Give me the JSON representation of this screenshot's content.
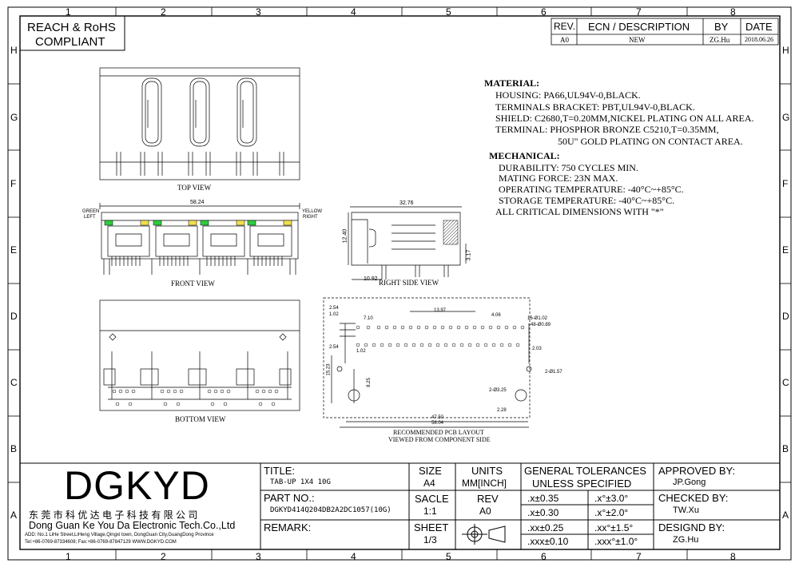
{
  "grid": {
    "columns": [
      "1",
      "2",
      "3",
      "4",
      "5",
      "6",
      "7",
      "8"
    ],
    "rows": [
      "H",
      "G",
      "F",
      "E",
      "D",
      "C",
      "B",
      "A"
    ]
  },
  "compliance": {
    "line1": "REACH & RoHS",
    "line2": "COMPLIANT"
  },
  "revision_table": {
    "headers": [
      "REV.",
      "ECN / DESCRIPTION",
      "BY",
      "DATE"
    ],
    "row": [
      "A0",
      "NEW",
      "ZG.Hu",
      "2018.06.26"
    ]
  },
  "views": {
    "top": "TOP VIEW",
    "front": "FRONT VIEW",
    "right_side": "RIGHT SIDE VIEW",
    "bottom": "BOTTOM VIEW",
    "pcb_line1": "RECOMMENDED PCB LAYOUT",
    "pcb_line2": "VIEWED FROM COMPONENT SIDE"
  },
  "led_labels": {
    "green": "GREEN",
    "left": "LEFT",
    "yellow": "YELLOW",
    "right": "RIGHT"
  },
  "dimensions": {
    "front_width": "58.24",
    "side_width": "32.76",
    "side_height": "12.40",
    "side_small": "3.17",
    "side_bottom": "10.92",
    "pcb_254a": "2.54",
    "pcb_102a": "1.02",
    "pcb_710": "7.10",
    "pcb_1397": "13.97",
    "pcb_406": "4.06",
    "pcb_holes1": "16-Ø1.02",
    "pcb_holes2": "48-Ø0.89",
    "pcb_254b": "2.54",
    "pcb_102b": "1.02",
    "pcb_203": "2.03",
    "pcb_1523": "15.23",
    "pcb_825": "8.25",
    "pcb_holes3": "2-Ø1.57",
    "pcb_holes4": "2-Ø3.25",
    "pcb_228": "2.28",
    "pcb_4750": "47.50",
    "pcb_5804": "58.04"
  },
  "specs": {
    "material_title": "MATERIAL:",
    "material": [
      "HOUSING: PA66,UL94V-0,BLACK.",
      "TERMINALS BRACKET: PBT,UL94V-0,BLACK.",
      "SHIELD: C2680,T=0.20MM,NICKEL PLATING ON ALL AREA.",
      "TERMINAL: PHOSPHOR BRONZE C5210,T=0.35MM,",
      "50U\" GOLD PLATING ON CONTACT AREA."
    ],
    "mechanical_title": "MECHANICAL:",
    "mechanical": [
      "DURABILITY: 750 CYCLES MIN.",
      "MATING FORCE: 23N MAX.",
      "OPERATING TEMPERATURE: -40°C~+85°C.",
      "STORAGE TEMPERATURE: -40°C~+85°C."
    ],
    "critical": "ALL CRITICAL DIMENSIONS WITH \"*\""
  },
  "title_block": {
    "logo": "DGKYD",
    "company_cn": "东 莞 市 科 优 达 电 子 科 技 有 限 公 司",
    "company_en": "Dong Guan Ke You Da Electronic Tech.Co.,Ltd",
    "address": "ADD: No.1 LiHe Street,LiHeng Village,Qingxi town, DongGuan City,GuangDong Province",
    "contact": "Tel:+86-0769-87334608; Fax:+86-0769-87847129  WWW.DGKYD.COM",
    "title_label": "TITLE:",
    "title_value": "TAB-UP 1X4 10G",
    "part_label": "PART NO.:",
    "part_value": "DGKYD414Q204DB2A2DC1057(10G)",
    "remark_label": "REMARK:",
    "size_label": "SIZE",
    "size_value": "A4",
    "scale_label": "SACLE",
    "scale_value": "1:1",
    "sheet_label": "SHEET",
    "sheet_value": "1/3",
    "units_label": "UNITS",
    "units_value": "MM[INCH]",
    "rev_label": "REV",
    "rev_value": "A0",
    "tol_title1": "GENERAL TOLERANCES",
    "tol_title2": "UNLESS SPECIFIED",
    "tolerances": [
      [
        ".x±0.35",
        ".x°±3.0°"
      ],
      [
        ".x±0.30",
        ".x°±2.0°"
      ],
      [
        ".xx±0.25",
        ".xx°±1.5°"
      ],
      [
        ".xxx±0.10",
        ".xxx°±1.0°"
      ]
    ],
    "approved_label": "APPROVED BY:",
    "approved_value": "JP.Gong",
    "checked_label": "CHECKED BY:",
    "checked_value": "TW.Xu",
    "designed_label": "DESIGND BY:",
    "designed_value": "ZG.Hu"
  }
}
